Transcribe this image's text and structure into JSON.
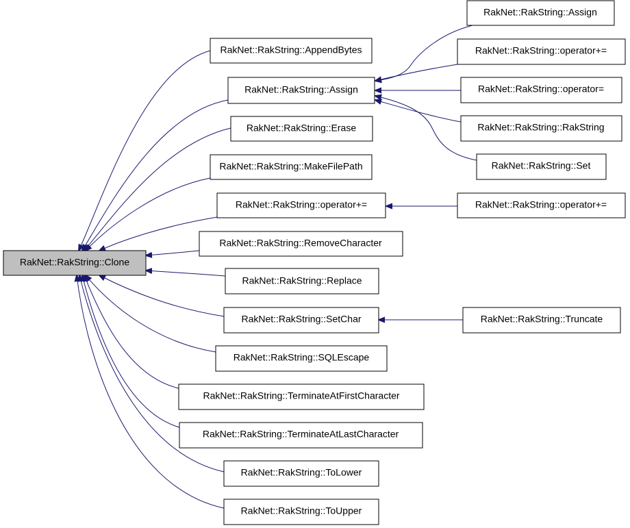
{
  "colors": {
    "edge": "#191970",
    "root_fill": "#bfbfbf",
    "node_fill": "#ffffff",
    "border": "#000000"
  },
  "nodes": {
    "root": "RakNet::RakString::Clone",
    "append_bytes": "RakNet::RakString::AppendBytes",
    "assign_mid": "RakNet::RakString::Assign",
    "erase": "RakNet::RakString::Erase",
    "make_file_path": "RakNet::RakString::MakeFilePath",
    "op_plus_eq_mid": "RakNet::RakString::operator+=",
    "remove_character": "RakNet::RakString::RemoveCharacter",
    "replace": "RakNet::RakString::Replace",
    "set_char": "RakNet::RakString::SetChar",
    "sql_escape": "RakNet::RakString::SQLEscape",
    "terminate_first": "RakNet::RakString::TerminateAtFirstCharacter",
    "terminate_last": "RakNet::RakString::TerminateAtLastCharacter",
    "to_lower": "RakNet::RakString::ToLower",
    "to_upper": "RakNet::RakString::ToUpper",
    "assign_right": "RakNet::RakString::Assign",
    "op_plus_eq_right_1": "RakNet::RakString::operator+=",
    "op_eq_right": "RakNet::RakString::operator=",
    "rakstring_right": "RakNet::RakString::RakString",
    "set_right": "RakNet::RakString::Set",
    "op_plus_eq_right_2": "RakNet::RakString::operator+=",
    "truncate_right": "RakNet::RakString::Truncate"
  }
}
